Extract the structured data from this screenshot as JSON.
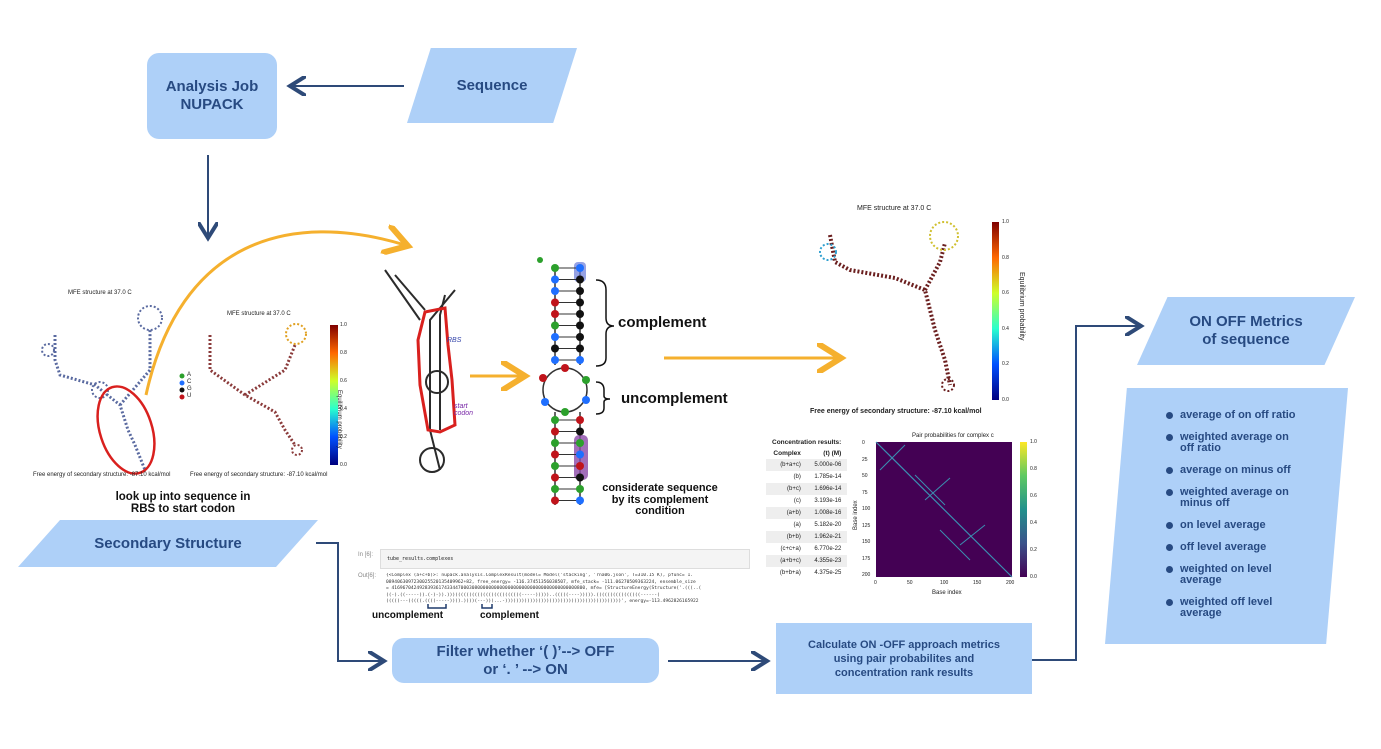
{
  "nodes": {
    "analysis_job": "Analysis Job\nNUPACK",
    "sequence": "Sequence",
    "secondary_structure": "Secondary Structure",
    "filter": "Filter whether ‘( )’--> OFF\nor ‘. ’ --> ON",
    "calculate": "Calculate ON -OFF approach metrics\nusing pair probabilites and\nconcentration rank results",
    "on_off_metrics": "ON OFF Metrics\nof sequence"
  },
  "labels": {
    "lookup": "look up into sequence in\nRBS to start codon",
    "complement": "complement",
    "uncomplement": "uncomplement",
    "considerate": "considerate sequence\nby its complement\ncondition",
    "code_uncomplement": "uncomplement",
    "code_complement": "complement",
    "rbs": "RBS",
    "start_codon": "start\ncodon"
  },
  "mfe": {
    "title": "MFE structure at 37.0 C",
    "free_energy": "Free energy of secondary structure: -87.10 kcal/mol",
    "colorbar_label": "Equilibrium probability",
    "ticks": [
      "1.0",
      "0.8",
      "0.6",
      "0.4",
      "0.2",
      "0.0"
    ],
    "legend": [
      {
        "letter": "A",
        "color": "#2ca02c"
      },
      {
        "letter": "C",
        "color": "#1f6fff"
      },
      {
        "letter": "G",
        "color": "#111111"
      },
      {
        "letter": "U",
        "color": "#c0141b"
      }
    ]
  },
  "concentration": {
    "title": "Concentration results:",
    "header": [
      "Complex",
      "(t) (M)"
    ],
    "rows": [
      [
        "(b+a+c)",
        "5.000e-06"
      ],
      [
        "(b)",
        "1.785e-14"
      ],
      [
        "(b+c)",
        "1.696e-14"
      ],
      [
        "(c)",
        "3.193e-16"
      ],
      [
        "(a+b)",
        "1.008e-16"
      ],
      [
        "(a)",
        "5.182e-20"
      ],
      [
        "(b+b)",
        "1.962e-21"
      ],
      [
        "(c+c+a)",
        "6.770e-22"
      ],
      [
        "(a+b+c)",
        "4.355e-23"
      ],
      [
        "(b+b+a)",
        "4.375e-25"
      ]
    ]
  },
  "heatmap": {
    "title": "Pair probabilities for complex c",
    "xlabel": "Base index",
    "ylabel": "Base index",
    "xticks": [
      "0",
      "50",
      "100",
      "150",
      "200"
    ],
    "yticks": [
      "0",
      "25",
      "50",
      "75",
      "100",
      "125",
      "150",
      "175",
      "200"
    ],
    "cticks": [
      "1.0",
      "0.8",
      "0.6",
      "0.4",
      "0.2",
      "0.0"
    ]
  },
  "code": {
    "in_prompt": "In [6]:",
    "out_prompt": "Out[6]:",
    "input": "tube_results.complexes",
    "output_lines": [
      "{<Complex (a+c+b)>: nupack.analysis.ComplexResult(model= Model('stacking', 'rna06.json', T=310.15 K), pfunc= 1.",
      "0894063097230025520135409962+82, free_energy= -116.37451356038507, mfe_stack= -111.06270509363224, ensemble_size",
      "= 4169670424928393617433447000308000000000000000000000000000000000000800, mfe= [StructureEnergy(Structure('.(((..(",
      "((-).((-----)).(-)-)).)))((((((((((((((((((((((((-----)))))..(((((----))))).((((((((((((((((------(",
      "(((((---(((((.((((-----)))).))))(---)))...-))))))))))))))))))))))))))))))))))))))))))', energy=-113.4962826165922"
    ]
  },
  "metrics": [
    "average of on off ratio",
    "weighted average on\noff ratio",
    "average on minus off",
    "weighted average on\nminus off",
    "on level average",
    "off level average",
    "weighted on level\naverage",
    "weighted off level\naverage"
  ],
  "colors": {
    "box": "#aed0f8",
    "arrow_dark": "#2e4a78",
    "arrow_orange": "#f5b02e",
    "highlight_red": "#d9201e"
  }
}
